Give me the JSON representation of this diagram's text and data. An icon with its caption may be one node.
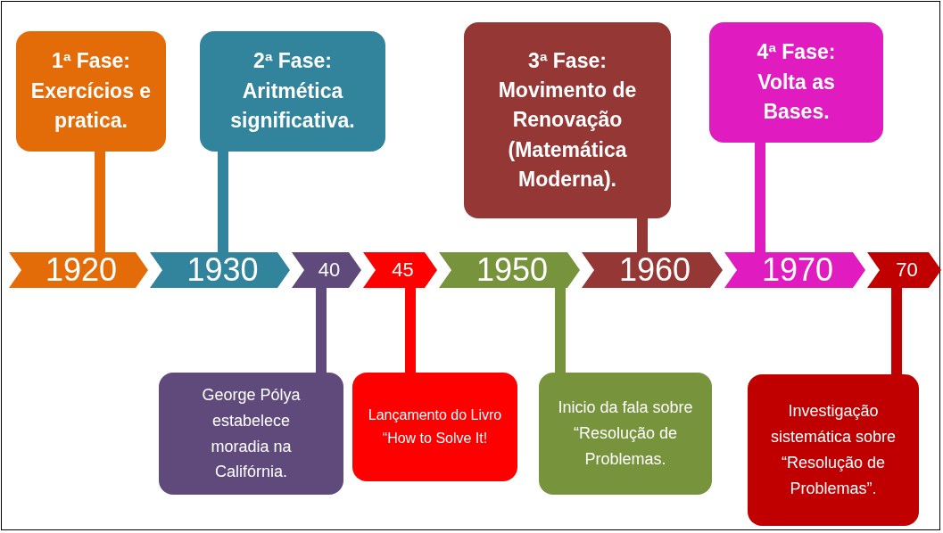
{
  "diagram": {
    "nodes": [
      {
        "text": [
          "1ª Fase: Exercícios e pratica."
        ]
      },
      {
        "text": [
          "2ª Fase: Aritmética significativa."
        ]
      },
      {
        "text": [
          "3ª Fase: Movimento de Renovação (Matemática Moderna)."
        ]
      },
      {
        "text": [
          "4ª Fase: Volta as Bases."
        ]
      },
      {
        "text": [
          "1920"
        ]
      },
      {
        "text": [
          "1930"
        ]
      },
      {
        "text": [
          "40"
        ]
      },
      {
        "text": [
          "45"
        ]
      },
      {
        "text": [
          "1950"
        ]
      },
      {
        "text": [
          "1960"
        ]
      },
      {
        "text": [
          "1970"
        ]
      },
      {
        "text": [
          "70"
        ]
      },
      {
        "text": [
          "George Pólya estabelece moradia na Califórnia."
        ]
      },
      {
        "text": [
          "Lançamento do Livro “How to Solve It!"
        ]
      },
      {
        "text": [
          "Inicio da fala sobre “Resolução de Problemas."
        ]
      },
      {
        "text": [
          "Investigação sistemática sobre “Resolução de Problemas”."
        ]
      }
    ],
    "edges": [
      {
        "from": 0,
        "to": 4,
        "arrow": "none",
        "color": "#e36c09"
      },
      {
        "from": 1,
        "to": 5,
        "arrow": "none",
        "color": "#31849b"
      },
      {
        "from": 2,
        "to": 9,
        "arrow": "none",
        "color": "#953735"
      },
      {
        "from": 3,
        "to": 10,
        "arrow": "none",
        "color": "#e01bbf"
      },
      {
        "from": 12,
        "to": 6,
        "arrow": "none",
        "color": "#604a7b"
      },
      {
        "from": 13,
        "to": 7,
        "arrow": "none",
        "color": "#ff0000"
      },
      {
        "from": 14,
        "to": 8,
        "arrow": "none",
        "color": "#77933c"
      },
      {
        "from": 15,
        "to": 11,
        "arrow": "none",
        "color": "#c00000"
      }
    ]
  }
}
